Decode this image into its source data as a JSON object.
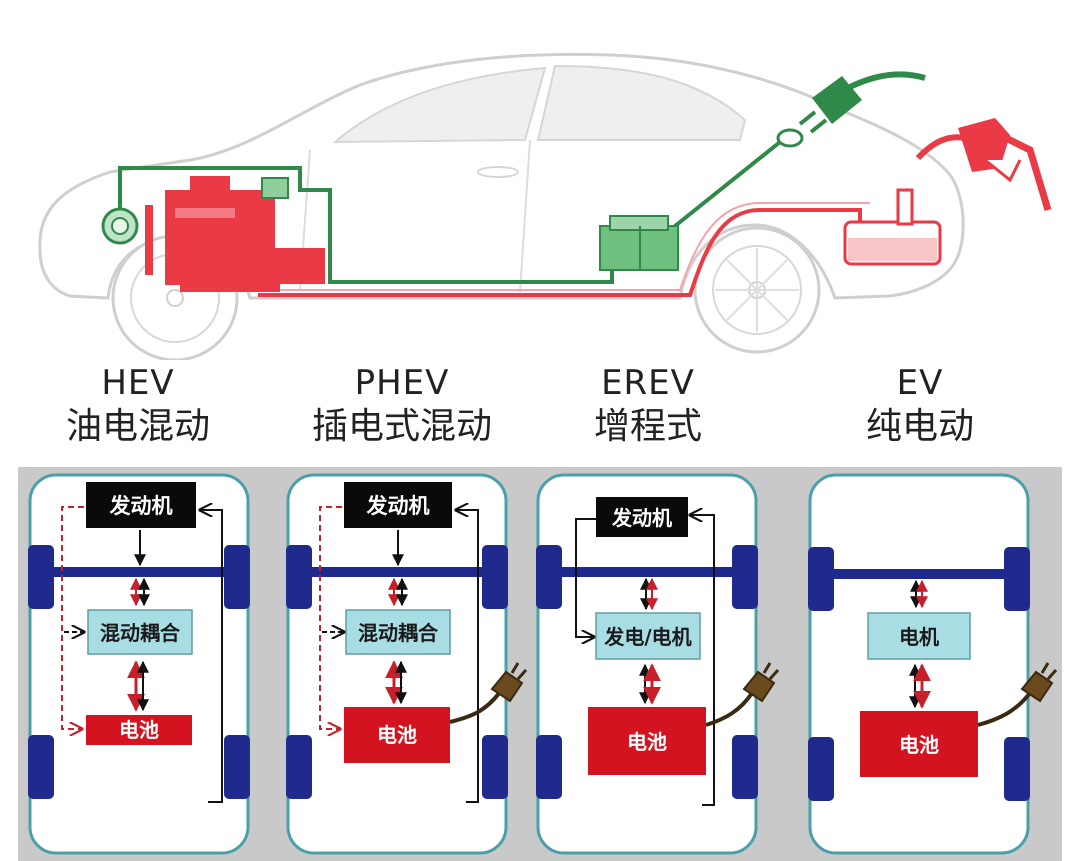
{
  "types": [
    {
      "code": "HEV",
      "name": "油电混动"
    },
    {
      "code": "PHEV",
      "name": "插电式混动"
    },
    {
      "code": "EREV",
      "name": "增程式"
    },
    {
      "code": "EV",
      "name": "纯电动"
    }
  ],
  "blocks": {
    "engine": "发动机",
    "hybrid_coupling": "混动耦合",
    "generator_motor": "发电/电机",
    "motor": "电机",
    "battery": "电池"
  },
  "colors": {
    "engine_red": "#ea3a45",
    "battery_green": "#2f8a4a",
    "panel_gray": "#c9c9c9",
    "chassis_outline": "#4aa0a8",
    "axle_blue": "#1f2a8c",
    "block_cyan": "#a9dde4",
    "block_red": "#d41320",
    "block_black": "#0a0a0a",
    "arrow_red": "#c8202a",
    "plug_brown": "#6b4a1e"
  }
}
